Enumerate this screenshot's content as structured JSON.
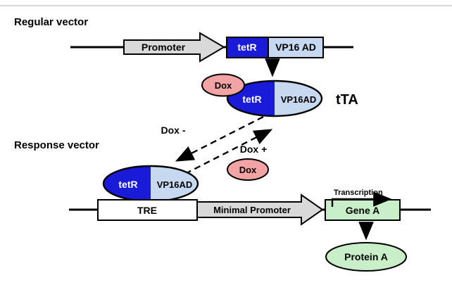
{
  "colors": {
    "dark_blue": "#1a1ad9",
    "light_blue": "#c6d9f0",
    "pink": "#f2a3a3",
    "gray": "#d9d9d9",
    "green": "#c9efc9",
    "white": "#ffffff"
  },
  "regular_vector": {
    "label": "Regular vector",
    "promoter_label": "Promoter",
    "tetr_label": "tetR",
    "vp16ad_label": "VP16 AD"
  },
  "tta_complex": {
    "dox_label": "Dox",
    "tetr_label": "tetR",
    "vp16ad_label": "VP16AD",
    "name_label": "tTA"
  },
  "switch": {
    "dox_minus_label": "Dox -",
    "dox_plus_label": "Dox +",
    "dox_label": "Dox"
  },
  "response_vector": {
    "label": "Response vector",
    "bound_complex": {
      "tetr_label": "tetR",
      "vp16ad_label": "VP16AD"
    },
    "tre_label": "TRE",
    "minimal_promoter_label": "Minimal Promoter",
    "gene_a_label": "Gene A",
    "transcription_label": "Transcription",
    "protein_a_label": "Protein A"
  }
}
